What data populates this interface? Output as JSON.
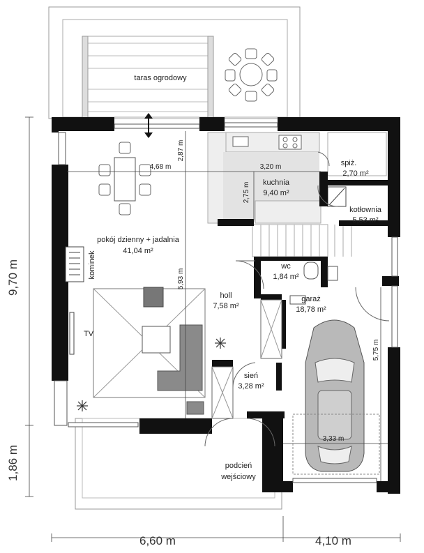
{
  "rooms": {
    "terrace": {
      "name": "taras ogrodowy"
    },
    "living": {
      "name": "pokój dzienny + jadalnia",
      "area": "41,04 m²"
    },
    "kitchen": {
      "name": "kuchnia",
      "area": "9,40 m²"
    },
    "pantry": {
      "name": "spiż.",
      "area": "2,70 m²"
    },
    "boiler": {
      "name": "kotłownia",
      "area": "5,53 m²"
    },
    "wc": {
      "name": "wc",
      "area": "1,84 m²"
    },
    "hall": {
      "name": "holl",
      "area": "7,58 m²"
    },
    "garage": {
      "name": "garaż",
      "area": "18,78 m²"
    },
    "vestibule": {
      "name": "sień",
      "area": "3,28 m²"
    },
    "porch": {
      "name_line1": "podcień",
      "name_line2": "wejściowy"
    }
  },
  "labels": {
    "fireplace": "kominek",
    "tv": "TV"
  },
  "dimensions": {
    "living_width": "4,68 m",
    "kitchen_width": "3,20 m",
    "kitchen_depth": "2,75 m",
    "living_depth_top": "2,87 m",
    "living_depth": "5,93 m",
    "garage_depth": "5,75 m",
    "garage_width": "3,33 m",
    "total_depth": "9,70 m",
    "porch_depth": "1,86 m",
    "width_left": "6,60 m",
    "width_right": "4,10 m"
  }
}
